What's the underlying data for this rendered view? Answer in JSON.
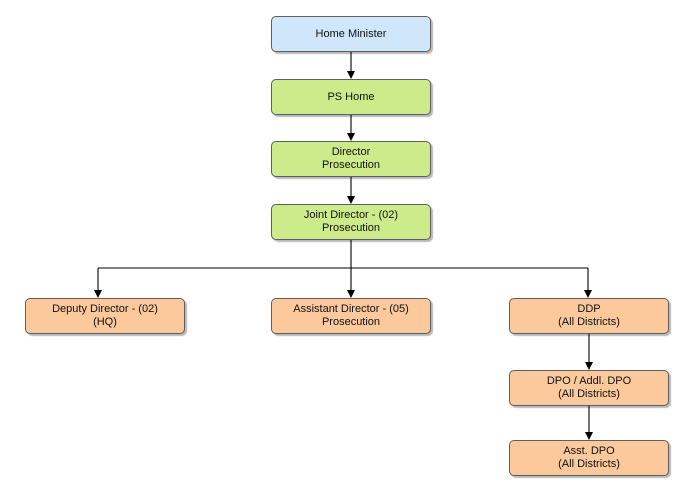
{
  "nodes": {
    "home_minister": {
      "line1": "Home Minister",
      "line2": ""
    },
    "ps_home": {
      "line1": "PS Home",
      "line2": ""
    },
    "director": {
      "line1": "Director",
      "line2": "Prosecution"
    },
    "joint_director": {
      "line1": "Joint Director - (02)",
      "line2": "Prosecution"
    },
    "deputy_director": {
      "line1": "Deputy Director - (02)",
      "line2": "(HQ)"
    },
    "assistant_director": {
      "line1": "Assistant Director - (05)",
      "line2": "Prosecution"
    },
    "ddp": {
      "line1": "DDP",
      "line2": "(All Districts)"
    },
    "dpo": {
      "line1": "DPO / Addl. DPO",
      "line2": "(All Districts)"
    },
    "asst_dpo": {
      "line1": "Asst. DPO",
      "line2": "(All Districts)"
    }
  },
  "colors": {
    "top_fill": "#cfe6fb",
    "upper_fill": "#cdeb8b",
    "lower_fill": "#fcc99c",
    "line": "#000000"
  }
}
